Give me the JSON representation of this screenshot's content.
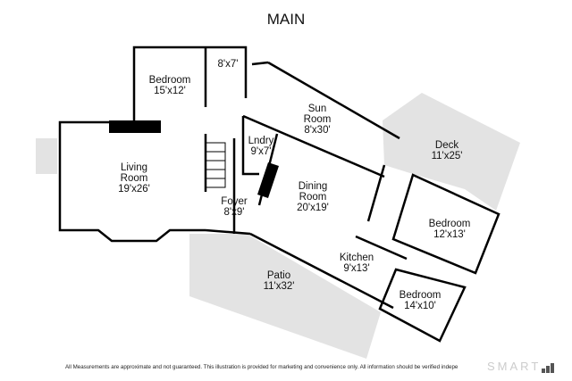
{
  "title": "MAIN",
  "rooms": [
    {
      "name": "Bedroom",
      "size": "15'x12'"
    },
    {
      "name": "",
      "size": "8'x7'"
    },
    {
      "name": "Sun Room",
      "name_line1": "Sun",
      "name_line2": "Room",
      "size": "8'x30'"
    },
    {
      "name": "Lndry",
      "size": "9'x7'"
    },
    {
      "name": "Living Room",
      "name_line1": "Living",
      "name_line2": "Room",
      "size": "19'x26'"
    },
    {
      "name": "Foyer",
      "size": "8'x9'"
    },
    {
      "name": "Dining Room",
      "name_line1": "Dining",
      "name_line2": "Room",
      "size": "20'x19'"
    },
    {
      "name": "Deck",
      "size": "11'x25'"
    },
    {
      "name": "Bedroom",
      "size": "12'x13'"
    },
    {
      "name": "Kitchen",
      "size": "9'x13'"
    },
    {
      "name": "Patio",
      "size": "11'x32'"
    },
    {
      "name": "Bedroom",
      "size": "14'x10'"
    }
  ],
  "footer": "All Measurements are approximate and not guaranteed.  This illustration is provided for marketing and convenience only.  All information should be verified indepe",
  "logo": "SMART",
  "colors": {
    "outdoor": "#e3e3e3",
    "wall": "#000000"
  }
}
